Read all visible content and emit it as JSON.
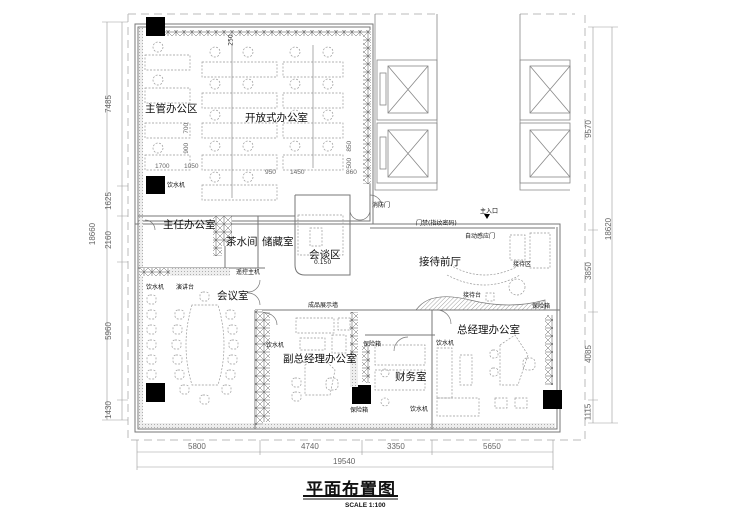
{
  "drawing": {
    "title": "平面布置图",
    "scale": "SCALE 1:100"
  },
  "rooms": {
    "supervisor_area": "主管办公区",
    "open_office": "开放式办公室",
    "director_office": "主任办公室",
    "tea_room": "茶水间",
    "storage": "储藏室",
    "meeting_area": "会谈区",
    "conference": "会议室",
    "reception_hall": "接待前厅",
    "deputy_gm_office": "副总经理办公室",
    "finance": "财务室",
    "gm_office": "总经理办公室"
  },
  "annotations": {
    "water_dispenser_1": "饮水机",
    "water_dispenser_2": "饮水机",
    "water_dispenser_3": "饮水机",
    "water_dispenser_4": "饮水机",
    "water_dispenser_5": "饮水机",
    "podium": "演讲台",
    "remote_host": "遥控主机",
    "fire_door": "消防门",
    "main_entrance": "主入口",
    "access_control": "门禁(指纹密码)",
    "auto_door": "自动感应门",
    "reception_area": "接待区",
    "reception_desk": "接待台",
    "product_display": "成品展示墙",
    "safe_1": "保险箱",
    "safe_2": "保险箱",
    "safe_3": "保险箱",
    "level": "0.150",
    "top_dim": "250"
  },
  "dimensions": {
    "left": [
      "7485",
      "1625",
      "2160",
      "5960",
      "1430"
    ],
    "left_total": "18660",
    "right": [
      "9570",
      "3850",
      "4085",
      "1115"
    ],
    "right_total": "18620",
    "bottom": [
      "5800",
      "4740",
      "3350",
      "5650"
    ],
    "bottom_total": "19540",
    "interior": [
      "700",
      "900",
      "1700",
      "1050",
      "950",
      "1450",
      "850",
      "500",
      "860"
    ]
  }
}
